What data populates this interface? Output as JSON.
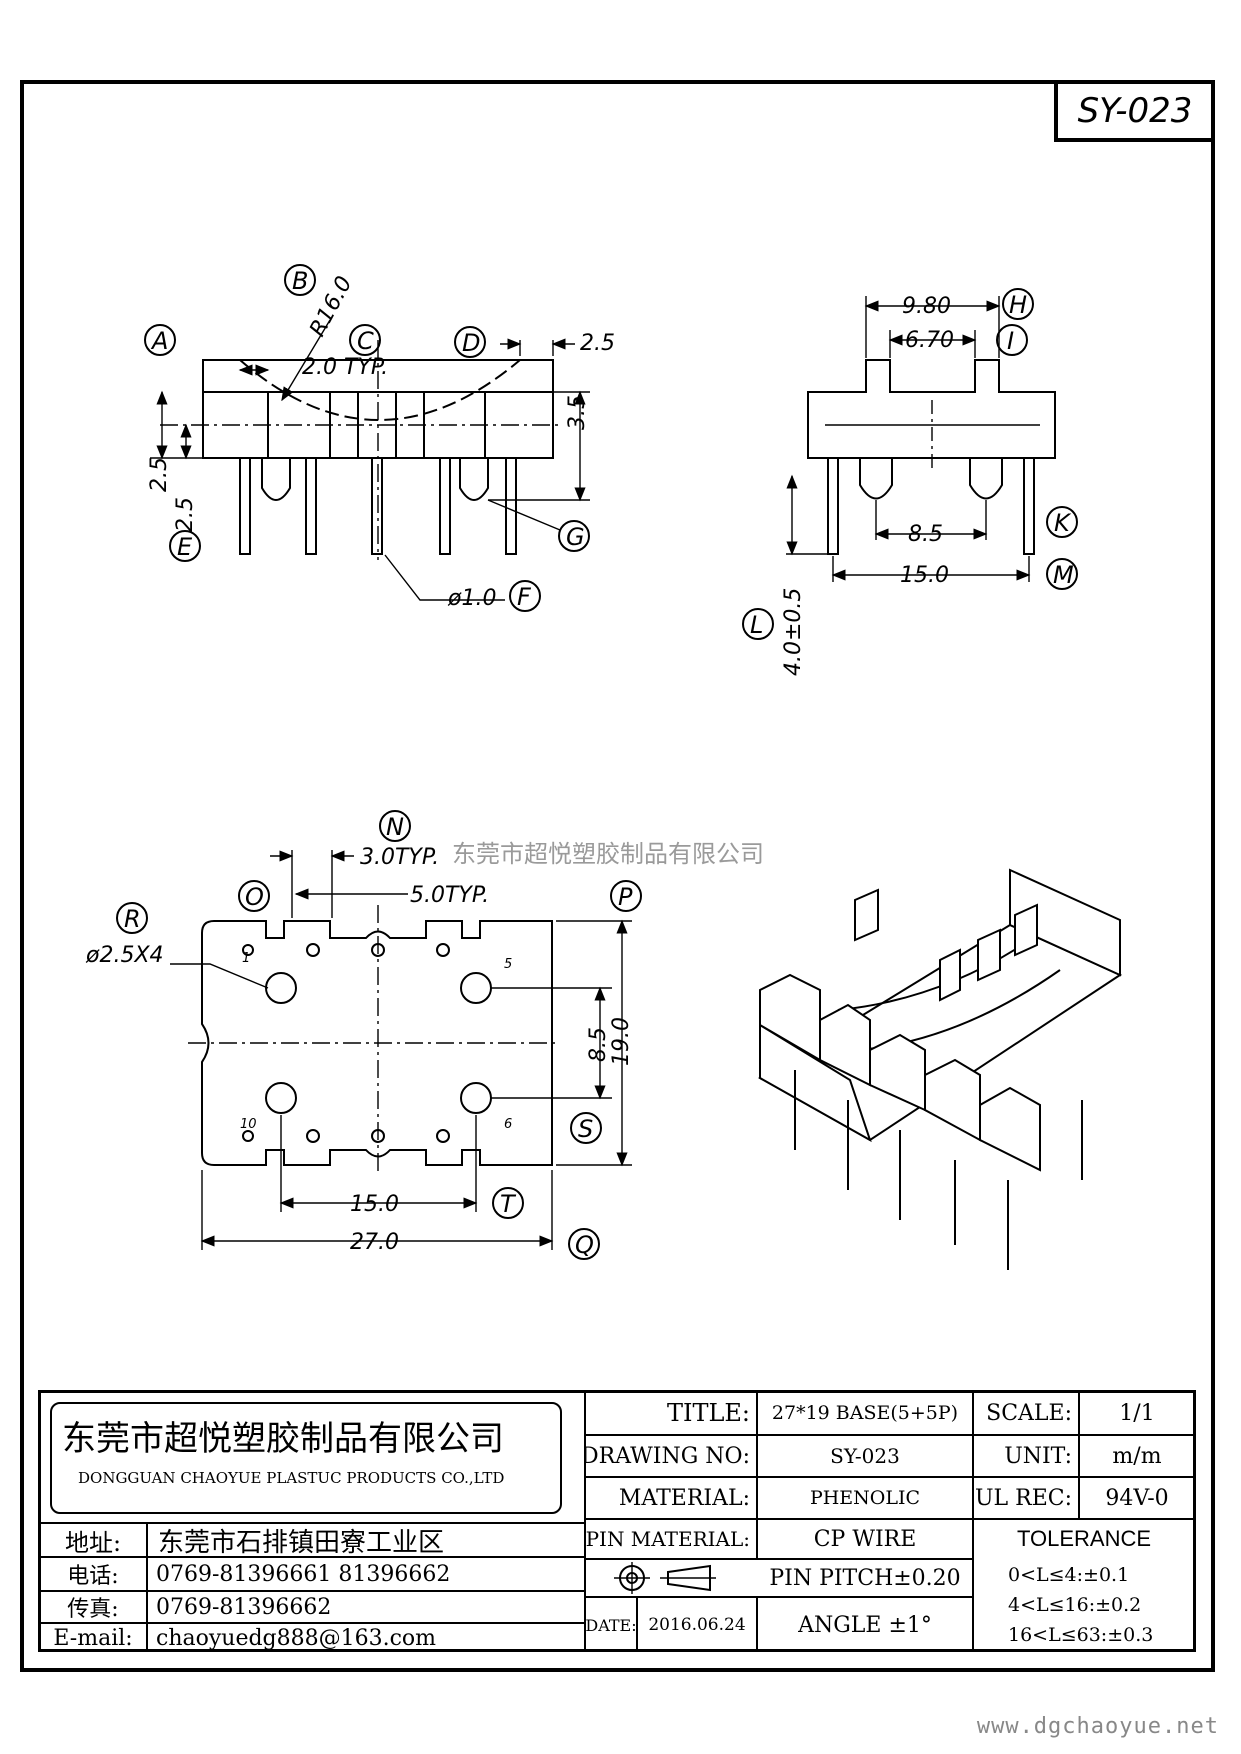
{
  "drawing_number": "SY-023",
  "watermark": "东莞市超悦塑胶制品有限公司",
  "website": "www.dgchaoyue.net",
  "side_view": {
    "labels": [
      "A",
      "B",
      "C",
      "D",
      "E",
      "F",
      "G"
    ],
    "dims": {
      "radius": "R16.0",
      "wall": "2.0 TYP.",
      "top_step": "2.5",
      "height": "3.5",
      "left_a": "2.5",
      "left_b": "2.5",
      "pin_dia": "ø1.0"
    }
  },
  "end_view": {
    "labels": [
      "H",
      "I",
      "K",
      "L",
      "M"
    ],
    "dims": {
      "outer": "9.80",
      "inner": "6.70",
      "center": "8.5",
      "pin_span": "15.0",
      "pin_len": "4.0±0.5"
    }
  },
  "bottom_view": {
    "labels": [
      "N",
      "O",
      "P",
      "Q",
      "R",
      "S",
      "T"
    ],
    "dims": {
      "slot": "3.0TYP.",
      "pitch": "5.0TYP.",
      "holes": "ø2.5X4",
      "hole_span_v": "8.5",
      "height": "19.0",
      "hole_span_h": "15.0",
      "width": "27.0"
    },
    "pin_numbers": [
      "1",
      "5",
      "10",
      "6"
    ]
  },
  "title_block": {
    "company_cn": "东莞市超悦塑胶制品有限公司",
    "company_en": "DONGGUAN CHAOYUE PLASTUC PRODUCTS CO.,LTD",
    "address_label": "地址:",
    "address": "东莞市石排镇田寮工业区",
    "phone_label": "电话:",
    "phone": "0769-81396661   81396662",
    "fax_label": "传真:",
    "fax": "0769-81396662",
    "email_label": "E-mail:",
    "email": "chaoyuedg888@163.com",
    "title_label": "TITLE:",
    "title": "27*19 BASE(5+5P)",
    "drawing_no_label": "DRAWING NO:",
    "drawing_no": "SY-023",
    "material_label": "MATERIAL:",
    "material": "PHENOLIC",
    "pin_material_label": "PIN MATERIAL:",
    "pin_material": "CP  WIRE",
    "pin_pitch": "PIN PITCH±0.20",
    "angle": "ANGLE  ±1°",
    "date_label": "DATE:",
    "date": "2016.06.24",
    "scale_label": "SCALE:",
    "scale": "1/1",
    "unit_label": "UNIT:",
    "unit": "m/m",
    "ul_label": "UL REC:",
    "ul": "94V-0",
    "tolerance_label": "TOLERANCE",
    "tolerances": [
      "0<L≤4:±0.1",
      "4<L≤16:±0.2",
      "16<L≤63:±0.3"
    ]
  }
}
